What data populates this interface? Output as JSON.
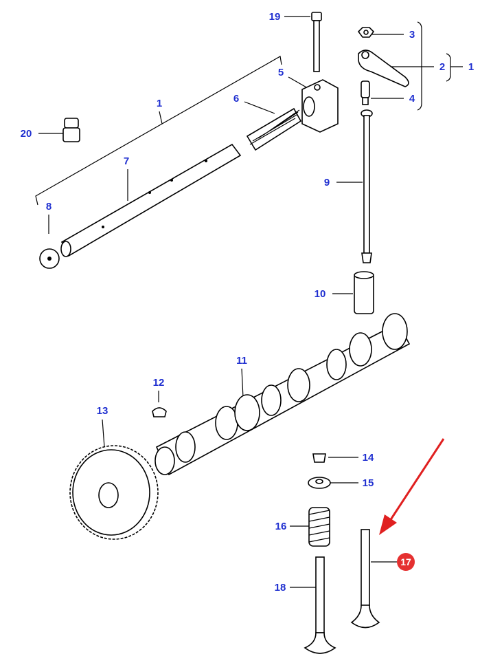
{
  "diagram": {
    "callouts": [
      {
        "id": "19",
        "part": "bolt"
      },
      {
        "id": "3",
        "part": "nut"
      },
      {
        "id": "2",
        "part": "rocker-arm"
      },
      {
        "id": "1",
        "part": "rocker-assembly-bracket"
      },
      {
        "id": "5",
        "part": "rocker-support"
      },
      {
        "id": "4",
        "part": "adjusting-screw"
      },
      {
        "id": "6",
        "part": "spring"
      },
      {
        "id": "1",
        "part": "rocker-shaft-assembly"
      },
      {
        "id": "20",
        "part": "plug"
      },
      {
        "id": "7",
        "part": "rocker-shaft"
      },
      {
        "id": "9",
        "part": "push-rod"
      },
      {
        "id": "8",
        "part": "end-plug"
      },
      {
        "id": "10",
        "part": "tappet"
      },
      {
        "id": "11",
        "part": "camshaft"
      },
      {
        "id": "12",
        "part": "woodruff-key"
      },
      {
        "id": "13",
        "part": "camshaft-gear"
      },
      {
        "id": "14",
        "part": "valve-collet"
      },
      {
        "id": "15",
        "part": "spring-retainer"
      },
      {
        "id": "16",
        "part": "valve-spring"
      },
      {
        "id": "17",
        "part": "exhaust-valve"
      },
      {
        "id": "18",
        "part": "inlet-valve"
      }
    ],
    "highlight": {
      "id": "17",
      "color": "#e53030",
      "arrow_color": "#e02020"
    },
    "label_color": "#1f2fd0"
  }
}
